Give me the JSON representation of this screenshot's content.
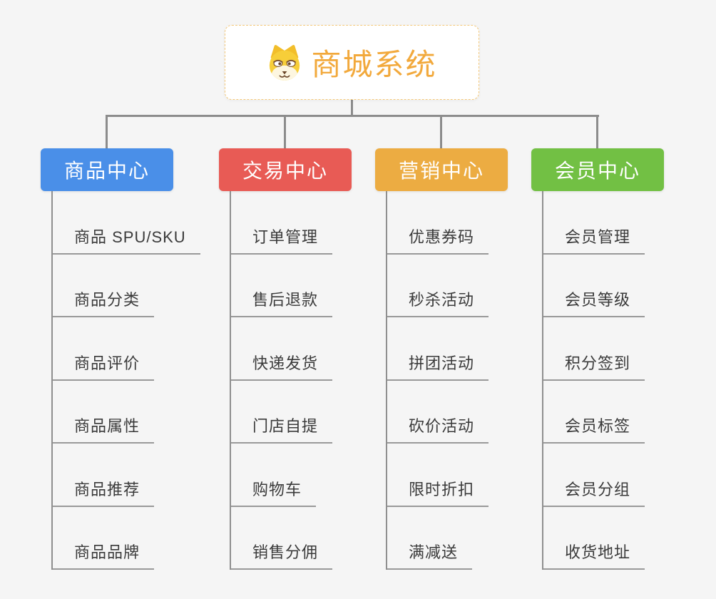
{
  "root": {
    "title": "商城系统",
    "icon": "dog-face-icon"
  },
  "branches": [
    {
      "label": "商品中心",
      "color": "#4A8FE8",
      "children": [
        "商品 SPU/SKU",
        "商品分类",
        "商品评价",
        "商品属性",
        "商品推荐",
        "商品品牌"
      ]
    },
    {
      "label": "交易中心",
      "color": "#E85B55",
      "children": [
        "订单管理",
        "售后退款",
        "快递发货",
        "门店自提",
        "购物车",
        "销售分佣"
      ]
    },
    {
      "label": "营销中心",
      "color": "#ECAC42",
      "children": [
        "优惠券码",
        "秒杀活动",
        "拼团活动",
        "砍价活动",
        "限时折扣",
        "满减送"
      ]
    },
    {
      "label": "会员中心",
      "color": "#72C044",
      "children": [
        "会员管理",
        "会员等级",
        "积分签到",
        "会员标签",
        "会员分组",
        "收货地址"
      ]
    }
  ],
  "colors": {
    "background": "#F5F5F5",
    "connector": "#8C8C8C",
    "leaf_line": "#999999",
    "leaf_text": "#3A3A3A",
    "root_text": "#F2A93C",
    "root_border": "#F4C879"
  }
}
